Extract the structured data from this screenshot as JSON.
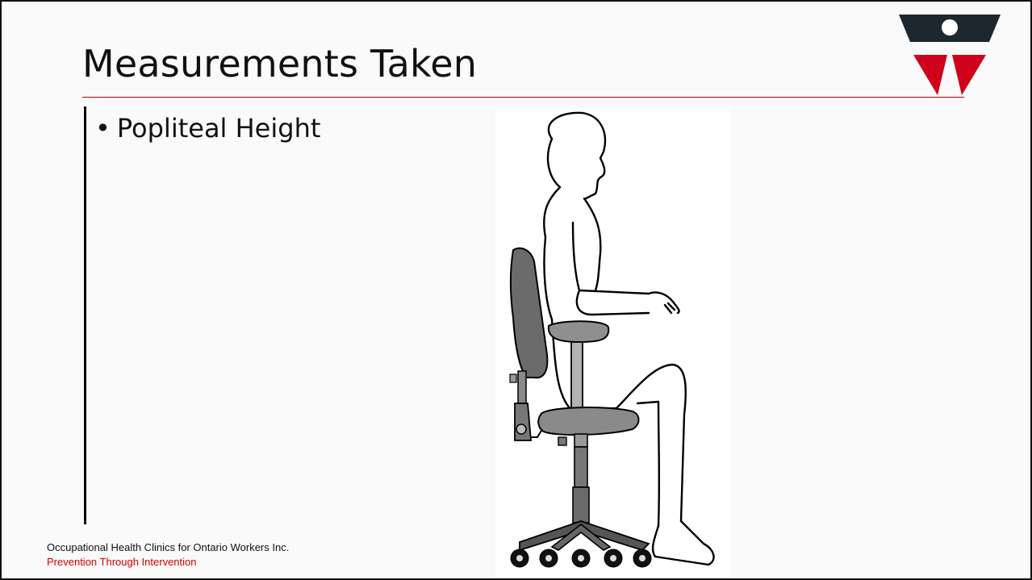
{
  "slide": {
    "title": "Measurements Taken",
    "bullets": [
      {
        "marker": "•",
        "text": "Popliteal Height"
      }
    ],
    "footer": {
      "org": "Occupational Health Clinics for Ontario Workers Inc.",
      "tagline": "Prevention Through Intervention"
    }
  },
  "colors": {
    "accent": "#c00000",
    "logo_dark": "#1d2730",
    "logo_red": "#d0021b"
  },
  "figure": {
    "icon": "seated-person-chair-illustration"
  }
}
